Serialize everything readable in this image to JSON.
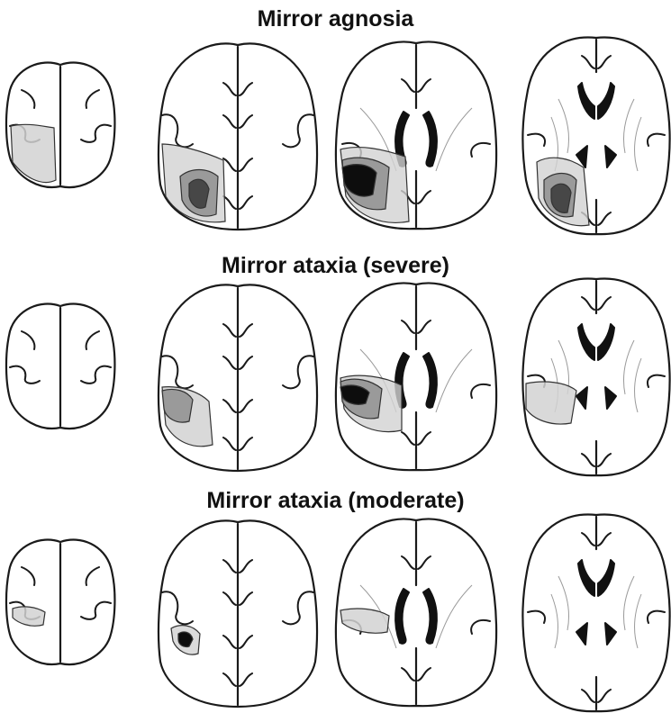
{
  "rows": [
    {
      "title": "Mirror agnosia"
    },
    {
      "title": "Mirror ataxia (severe)"
    },
    {
      "title": "Mirror ataxia (moderate)"
    }
  ],
  "colors": {
    "background": "#ffffff",
    "outline": "#1a1a1a",
    "lesion_light": "#d2d2d2",
    "lesion_medium": "#8e8e8e",
    "lesion_dark": "#3e3e3e",
    "lesion_black": "#0d0d0d"
  }
}
